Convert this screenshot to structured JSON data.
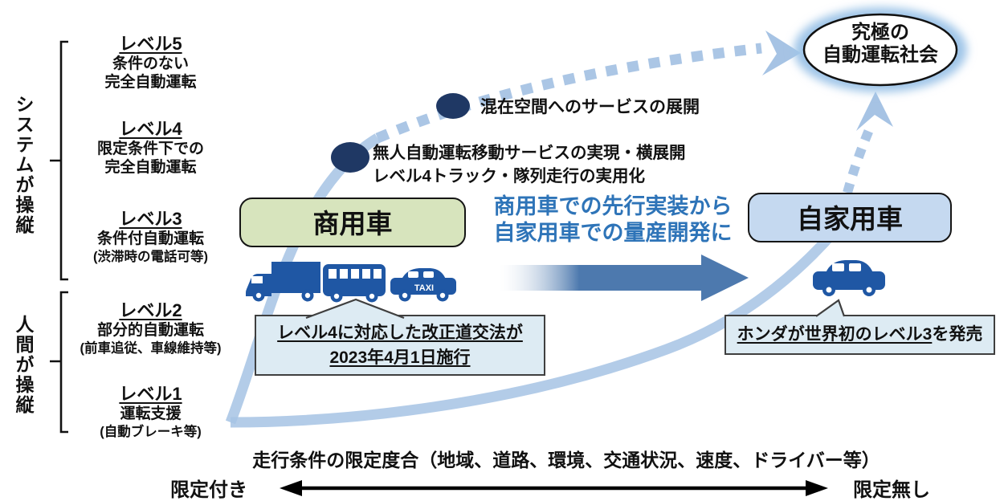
{
  "goal": {
    "line1": "究極の",
    "line2": "自動運転社会"
  },
  "left_axis": {
    "system_label": "システムが操縦",
    "human_label": "人間が操縦"
  },
  "levels": [
    {
      "name": "レベル5",
      "line1": "条件のない",
      "line2": "完全自動運転"
    },
    {
      "name": "レベル4",
      "line1": "限定条件下での",
      "line2": "完全自動運転"
    },
    {
      "name": "レベル3",
      "line1": "条件付自動運転",
      "line2": "(渋滞時の電話可等)"
    },
    {
      "name": "レベル2",
      "line1": "部分的自動運転",
      "line2": "(前車追従、車線維持等)"
    },
    {
      "name": "レベル1",
      "line1": "運転支援",
      "line2": "(自動ブレーキ等)"
    }
  ],
  "milestones": {
    "mixed_space": "混在空間へのサービスの展開",
    "unmanned_line1": "無人自動運転移動サービスの実現・横展開",
    "unmanned_line2": "レベル4トラック・隊列走行の実用化"
  },
  "vehicle_groups": {
    "commercial": "商用車",
    "private": "自家用車"
  },
  "center_message": {
    "line1": "商用車での先行実装から",
    "line2": "自家用車での量産開発に"
  },
  "callouts": {
    "law_line1": "レベル4に対応した改正道交法が",
    "law_line2": "2023年4月1日施行",
    "honda_underlined": "ホンダが世界初のレベル3",
    "honda_rest": "を発売"
  },
  "taxi_label": "TAXI",
  "bottom_axis": {
    "title": "走行条件の限定度合（地域、道路、環境、交通状況、速度、ドライバー等）",
    "left": "限定付き",
    "right": "限定無し"
  },
  "colors": {
    "curve": "#a6c3e4",
    "milestone_dot": "#1f3864",
    "vehicle_icon": "#1f57a4",
    "commercial_box_bg": "#d7e4bd",
    "private_box_bg": "#c5d9f0",
    "callout_bg": "#ddebf3",
    "center_text": "#2e74b8",
    "big_arrow": "#4d79ae"
  }
}
